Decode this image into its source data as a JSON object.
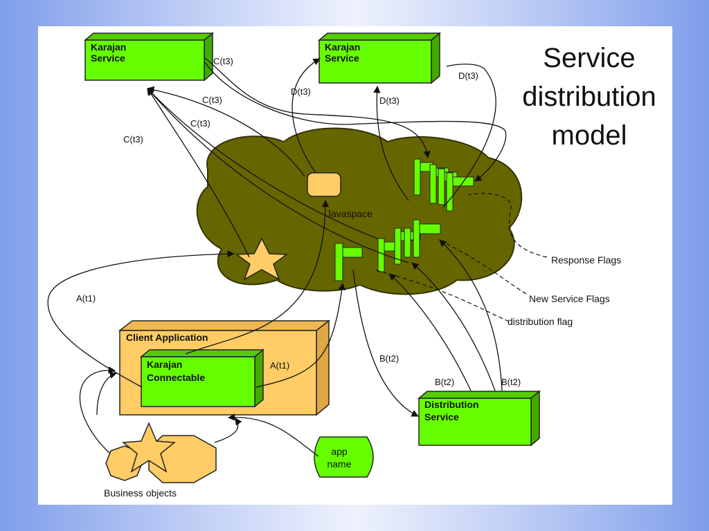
{
  "slide": {
    "title_lines": [
      "Service",
      "distribution",
      "model"
    ]
  },
  "colors": {
    "node_green": "#66ff00",
    "node_orange": "#ffcc66",
    "cloud": "#666600",
    "background_accent": "#7f9eea"
  },
  "nodes": {
    "karajan_service_left": [
      "Karajan",
      "Service"
    ],
    "karajan_service_right": [
      "Karajan",
      "Service"
    ],
    "client_application": "Client Application",
    "karajan_connectable": [
      "Karajan",
      "Connectable"
    ],
    "distribution_service": [
      "Distribution",
      "Service"
    ],
    "javaspace": "Javaspace",
    "app_name": [
      "app",
      "name"
    ],
    "business_objects": "Business objects"
  },
  "edge_labels": {
    "c_t3_top": "C(t3)",
    "c_t3_mid": "C(t3)",
    "c_t3_inner": "C(t3)",
    "c_t3_left": "C(t3)",
    "d_t3_left": "D(t3)",
    "d_t3_center": "D(t3)",
    "d_t3_right": "D(t3)",
    "a_t1_left": "A(t1)",
    "a_t1_right": "A(t1)",
    "b_t2_mid": "B(t2)",
    "b_t2_left": "B(t2)",
    "b_t2_right": "B(t2)"
  },
  "legend": {
    "response_flags": "Response Flags",
    "new_service_flags": "New Service Flags",
    "distribution_flag": "distribution flag"
  }
}
